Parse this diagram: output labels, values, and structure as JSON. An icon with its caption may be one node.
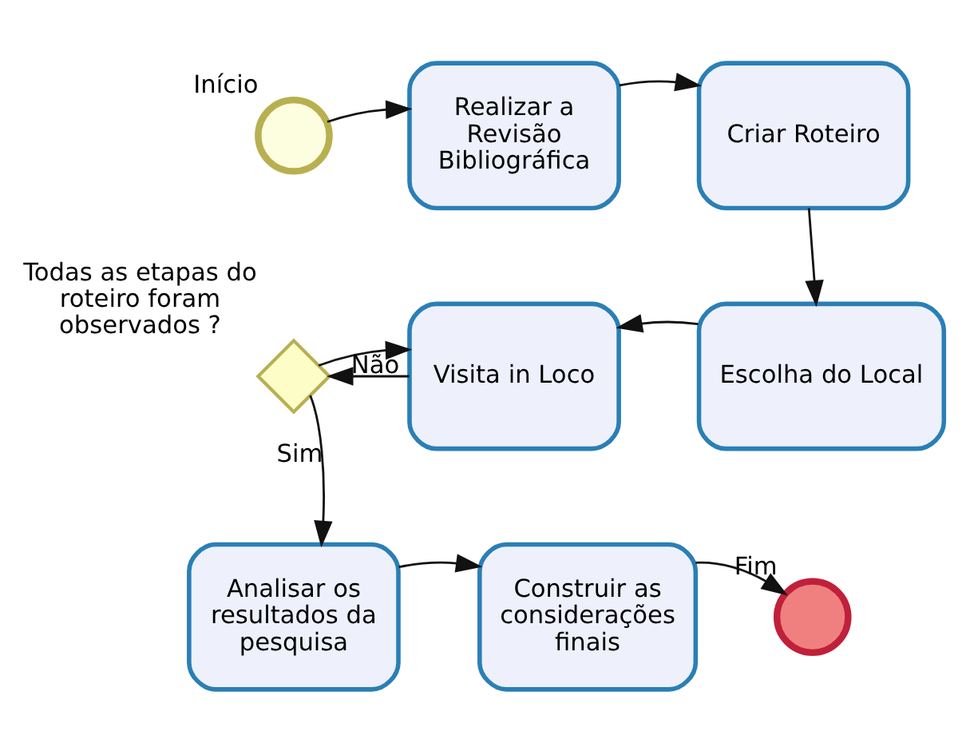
{
  "diagram": {
    "nodes": [
      {
        "text": [],
        "shape": "circle",
        "beside": [
          "Início"
        ]
      },
      {
        "text": [
          "Realizar a Revisão Bibliográfica"
        ]
      },
      {
        "text": [
          "Criar Roteiro"
        ]
      },
      {
        "text": [
          "Escolha do Local"
        ]
      },
      {
        "text": [
          "Visita in Loco"
        ]
      },
      {
        "text": [],
        "shape": "diamond",
        "beside": [
          "Todas as etapas do roteiro foram observados ?"
        ]
      },
      {
        "text": [
          "Analisar os resultados da pesquisa"
        ]
      },
      {
        "text": [
          "Construir as considerações finais"
        ]
      },
      {
        "text": [],
        "shape": "circle",
        "beside": [
          "Fim"
        ]
      }
    ],
    "edges": [
      {
        "from": 0,
        "to": 1,
        "arrow": "to"
      },
      {
        "from": 1,
        "to": 2,
        "arrow": "to"
      },
      {
        "from": 2,
        "to": 3,
        "arrow": "to"
      },
      {
        "from": 3,
        "to": 4,
        "arrow": "to"
      },
      {
        "from": 4,
        "to": 5,
        "arrow": "to"
      },
      {
        "from": 5,
        "to": 4,
        "arrow": "to",
        "label": "Não"
      },
      {
        "from": 5,
        "to": 6,
        "arrow": "to",
        "label": "Sim"
      },
      {
        "from": 6,
        "to": 7,
        "arrow": "to"
      },
      {
        "from": 7,
        "to": 8,
        "arrow": "to"
      }
    ]
  }
}
